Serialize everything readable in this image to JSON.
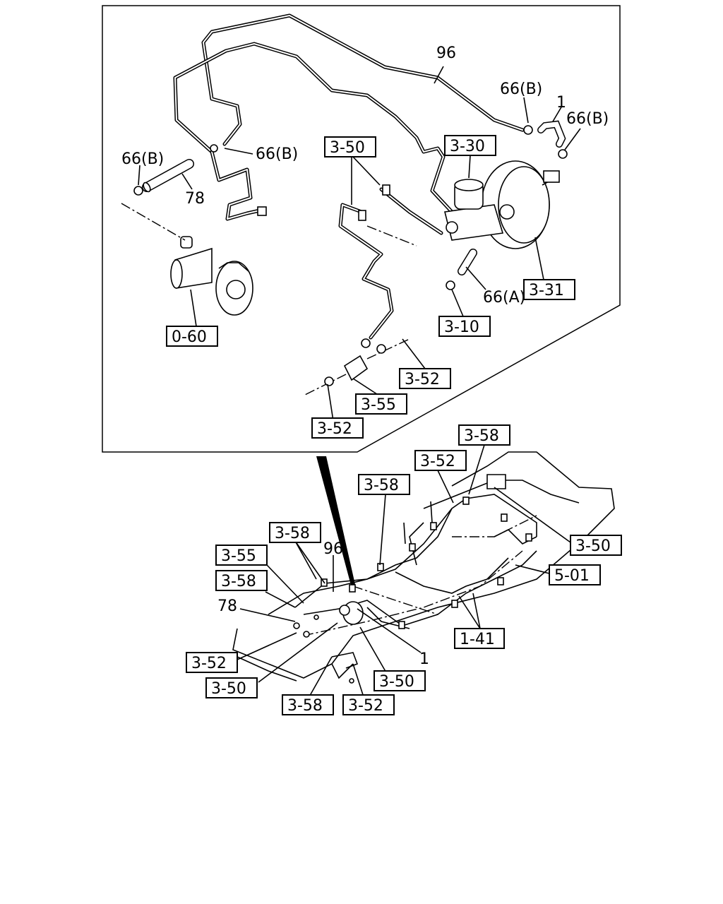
{
  "labels": {
    "l96a": "96",
    "l66b_1": "66(B)",
    "l1a": "1",
    "l66b_2": "66(B)",
    "l66b_3": "66(B)",
    "l66b_4": "66(B)",
    "l78a": "78",
    "l66a": "66(A)",
    "l96b": "96",
    "l78b": "78",
    "l1b": "1"
  },
  "boxes": {
    "b350_top": "3-50",
    "b330": "3-30",
    "b331": "3-31",
    "b310": "3-10",
    "b060": "0-60",
    "b352_a": "3-52",
    "b355_a": "3-55",
    "b352_b": "3-52",
    "b358_a": "3-58",
    "b352_c": "3-52",
    "b358_b": "3-58",
    "b358_c": "3-58",
    "b350_r": "3-50",
    "b355_b": "3-55",
    "b501": "5-01",
    "b358_d": "3-58",
    "b141": "1-41",
    "b352_d": "3-52",
    "b350_l": "3-50",
    "b350_m": "3-50",
    "b358_e": "3-58",
    "b352_e": "3-52"
  }
}
